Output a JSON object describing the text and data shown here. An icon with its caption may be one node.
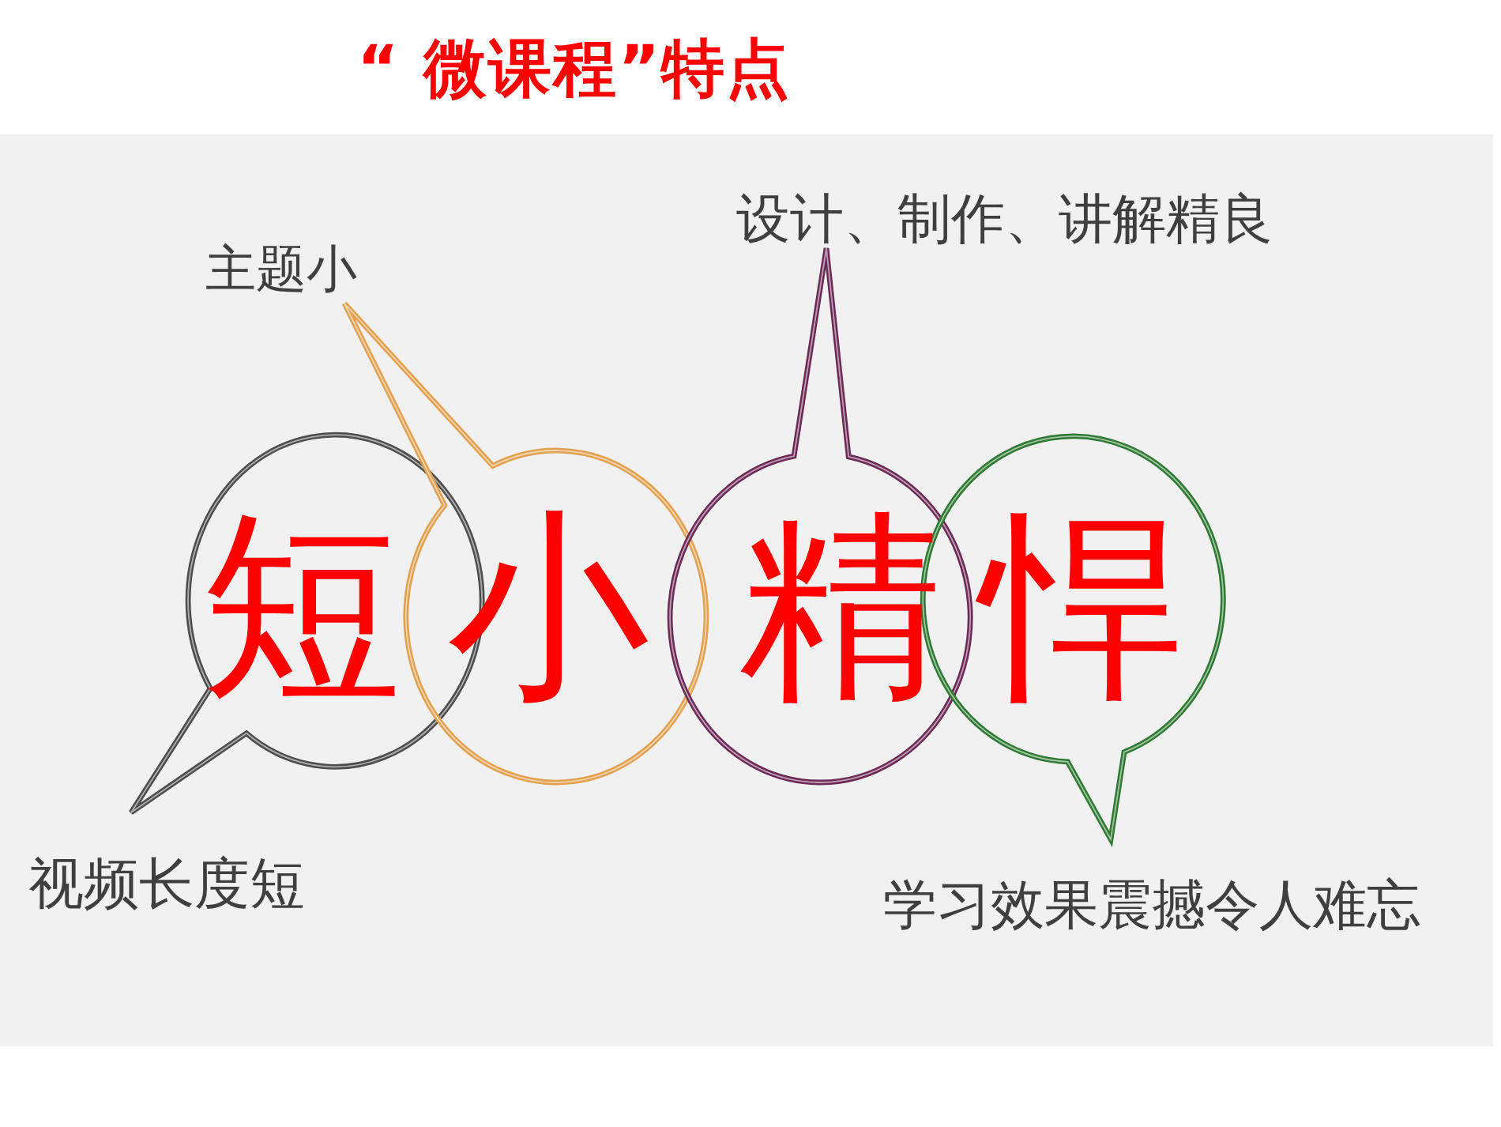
{
  "diagram": {
    "title": "“ 微课程”特点",
    "nodes": [
      {
        "text": [
          "短"
        ],
        "beside": [
          "视频长度短"
        ]
      },
      {
        "text": [
          "小"
        ],
        "beside": [
          "主题小"
        ]
      },
      {
        "text": [
          "精"
        ],
        "beside": [
          "设计、制作、讲解精良"
        ]
      },
      {
        "text": [
          "悍"
        ],
        "beside": [
          "学习效果震撼令人难忘"
        ]
      }
    ]
  }
}
